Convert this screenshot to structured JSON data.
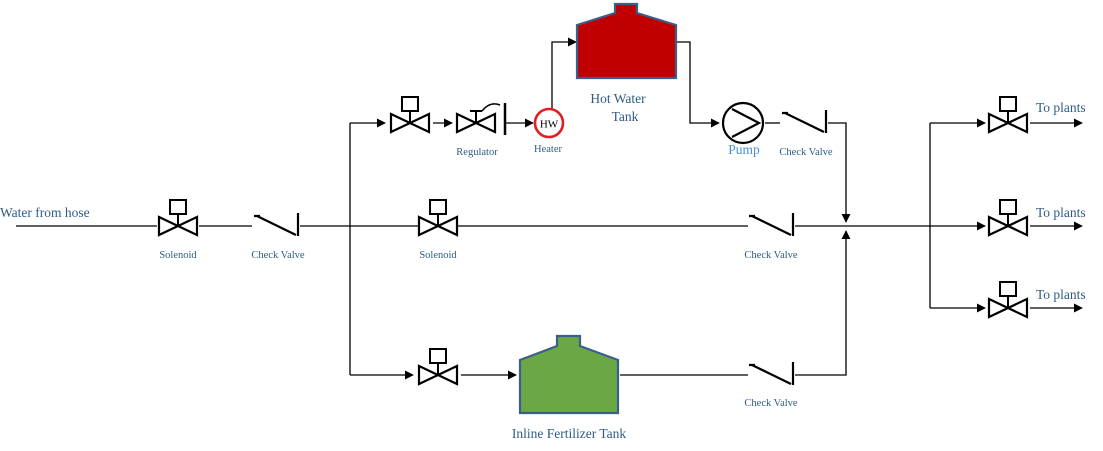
{
  "labels": {
    "source": "Water from hose",
    "solenoid_main": "Solenoid",
    "check_valve_main": "Check Valve",
    "regulator": "Regulator",
    "heater": "Heater",
    "heater_badge": "HW",
    "hot_tank_line1": "Hot Water",
    "hot_tank_line2": "Tank",
    "pump": "Pump",
    "check_valve_top": "Check Valve",
    "solenoid_mid": "Solenoid",
    "check_valve_mid": "Check Valve",
    "check_valve_bottom": "Check Valve",
    "fert_tank": "Inline Fertilizer Tank",
    "outlet_1": "To plants",
    "outlet_2": "To plants",
    "outlet_3": "To plants"
  },
  "colors": {
    "hot_tank_fill": "#c00000",
    "hot_tank_stroke": "#3a5f8a",
    "fert_tank_fill": "#6aa846",
    "fert_tank_stroke": "#3a5f8a",
    "heater_ring": "#e02020",
    "label_text": "#2e5b86",
    "pump_label": "#4a90d9"
  }
}
